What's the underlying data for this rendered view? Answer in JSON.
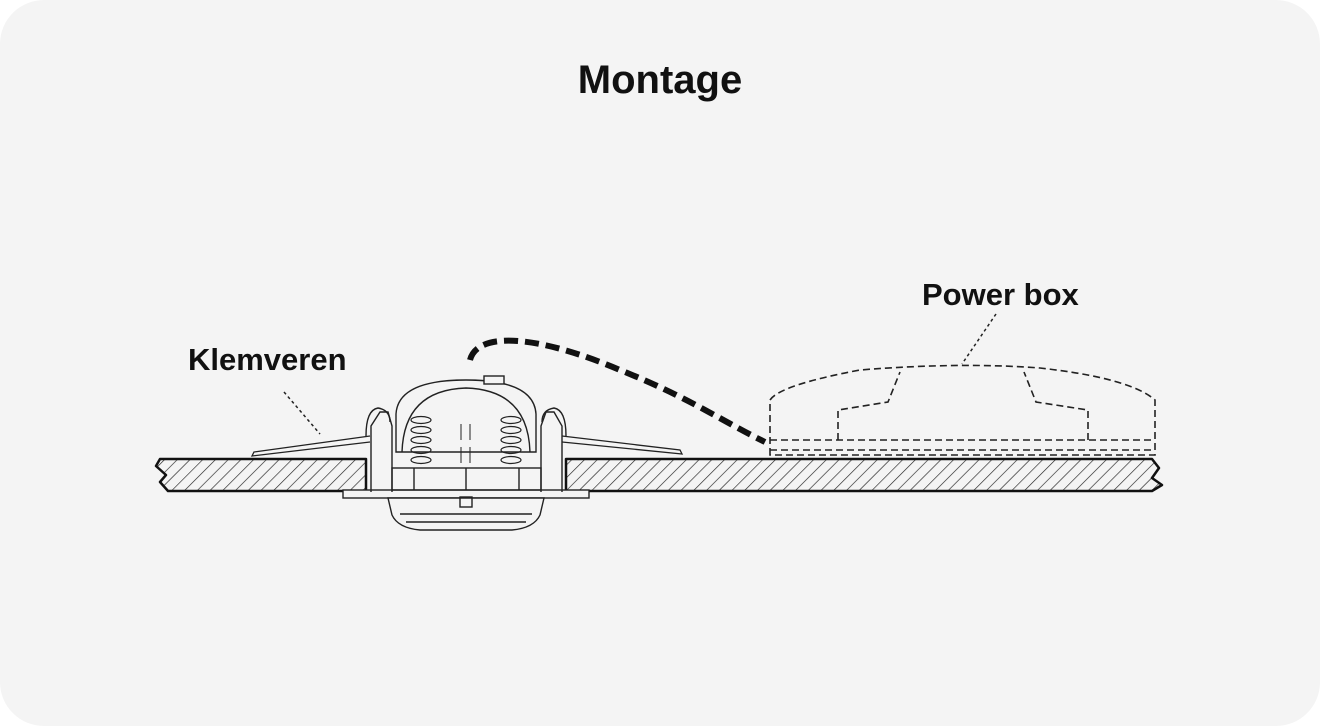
{
  "title": "Montage",
  "labels": {
    "klemveren": "Klemveren",
    "power_box": "Power box"
  },
  "colors": {
    "background": "#f4f4f4",
    "ink": "#111111"
  }
}
